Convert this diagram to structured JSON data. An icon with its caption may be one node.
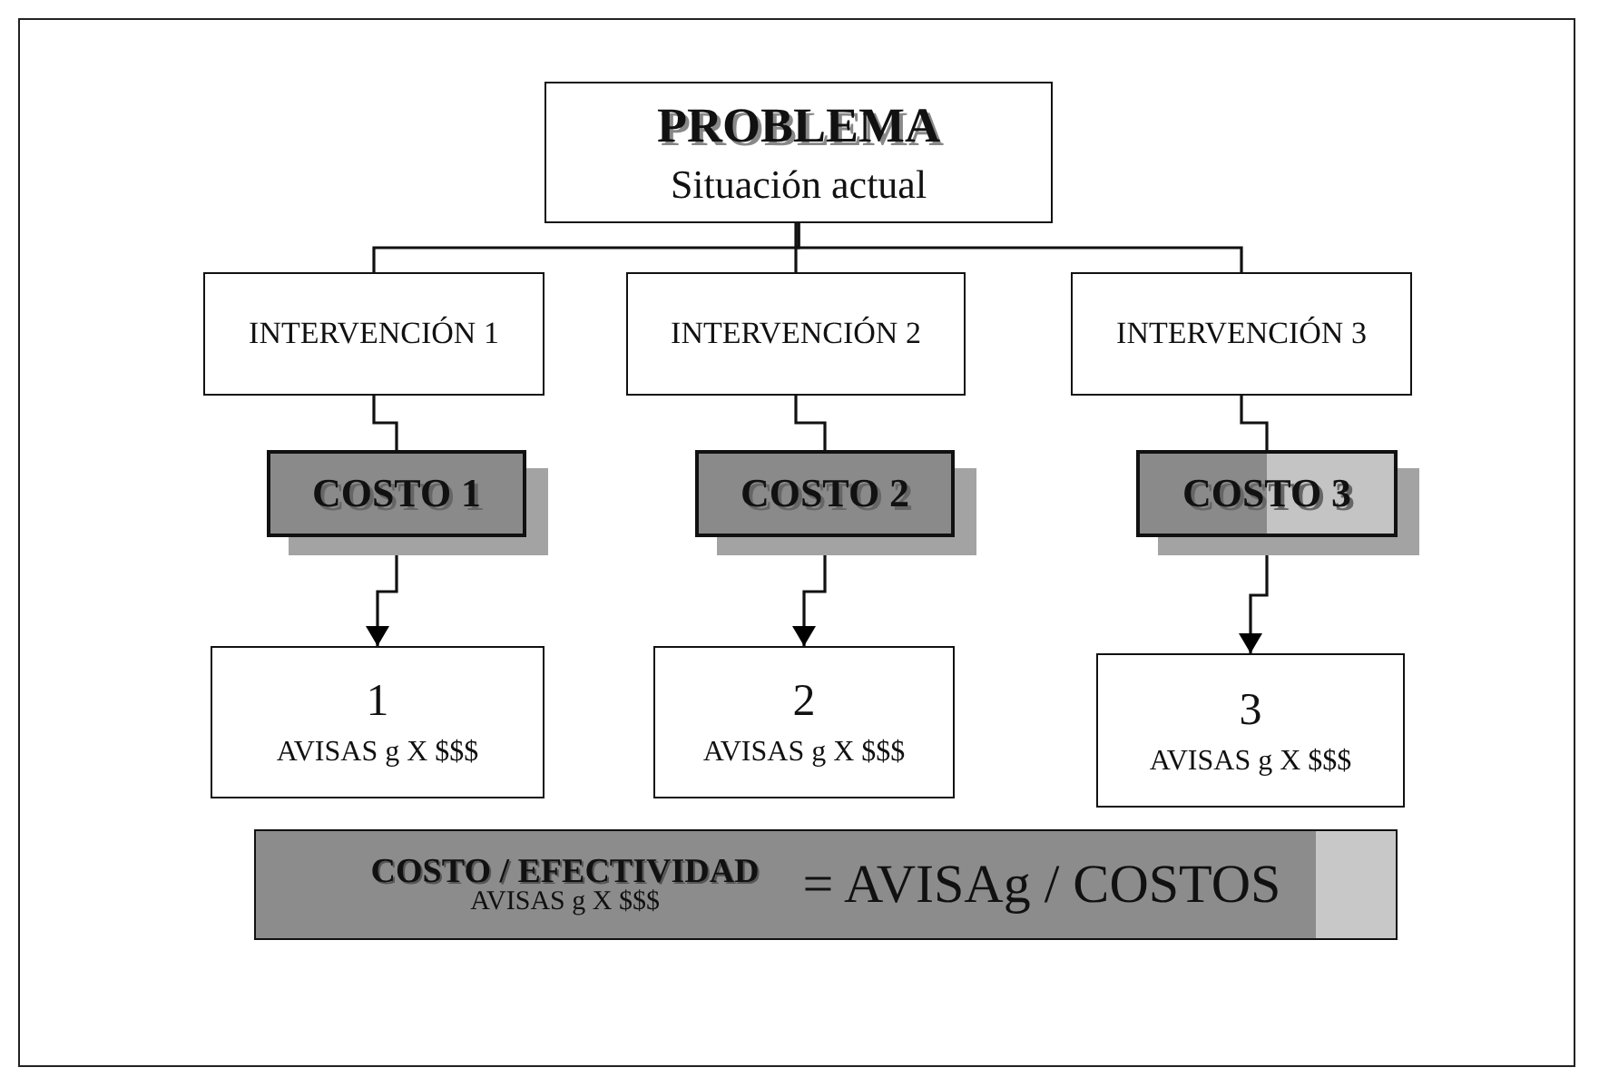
{
  "diagram": {
    "nodes": [
      {
        "text": [
          "PROBLEMA",
          "Situación actual"
        ]
      },
      {
        "text": [
          "INTERVENCIÓN 1"
        ]
      },
      {
        "text": [
          "INTERVENCIÓN 2"
        ]
      },
      {
        "text": [
          "INTERVENCIÓN 3"
        ]
      },
      {
        "text": [
          "COSTO 1"
        ]
      },
      {
        "text": [
          "COSTO 2"
        ]
      },
      {
        "text": [
          "COSTO 3"
        ]
      },
      {
        "text": [
          "1",
          "AVISAS g X $$$"
        ]
      },
      {
        "text": [
          "2",
          "AVISAS g X $$$"
        ]
      },
      {
        "text": [
          "3",
          "AVISAS g X $$$"
        ]
      },
      {
        "text": [
          "COSTO / EFECTIVIDAD",
          "AVISAS g X $$$",
          "= AVISAg / COSTOS"
        ]
      }
    ],
    "edges": [
      {
        "from": 0,
        "to": 1,
        "arrow": "none"
      },
      {
        "from": 0,
        "to": 2,
        "arrow": "none"
      },
      {
        "from": 0,
        "to": 3,
        "arrow": "none"
      },
      {
        "from": 1,
        "to": 4,
        "arrow": "none"
      },
      {
        "from": 2,
        "to": 5,
        "arrow": "none"
      },
      {
        "from": 3,
        "to": 6,
        "arrow": "none"
      },
      {
        "from": 4,
        "to": 7,
        "arrow": "to"
      },
      {
        "from": 5,
        "to": 8,
        "arrow": "to"
      },
      {
        "from": 6,
        "to": 9,
        "arrow": "to"
      }
    ]
  }
}
